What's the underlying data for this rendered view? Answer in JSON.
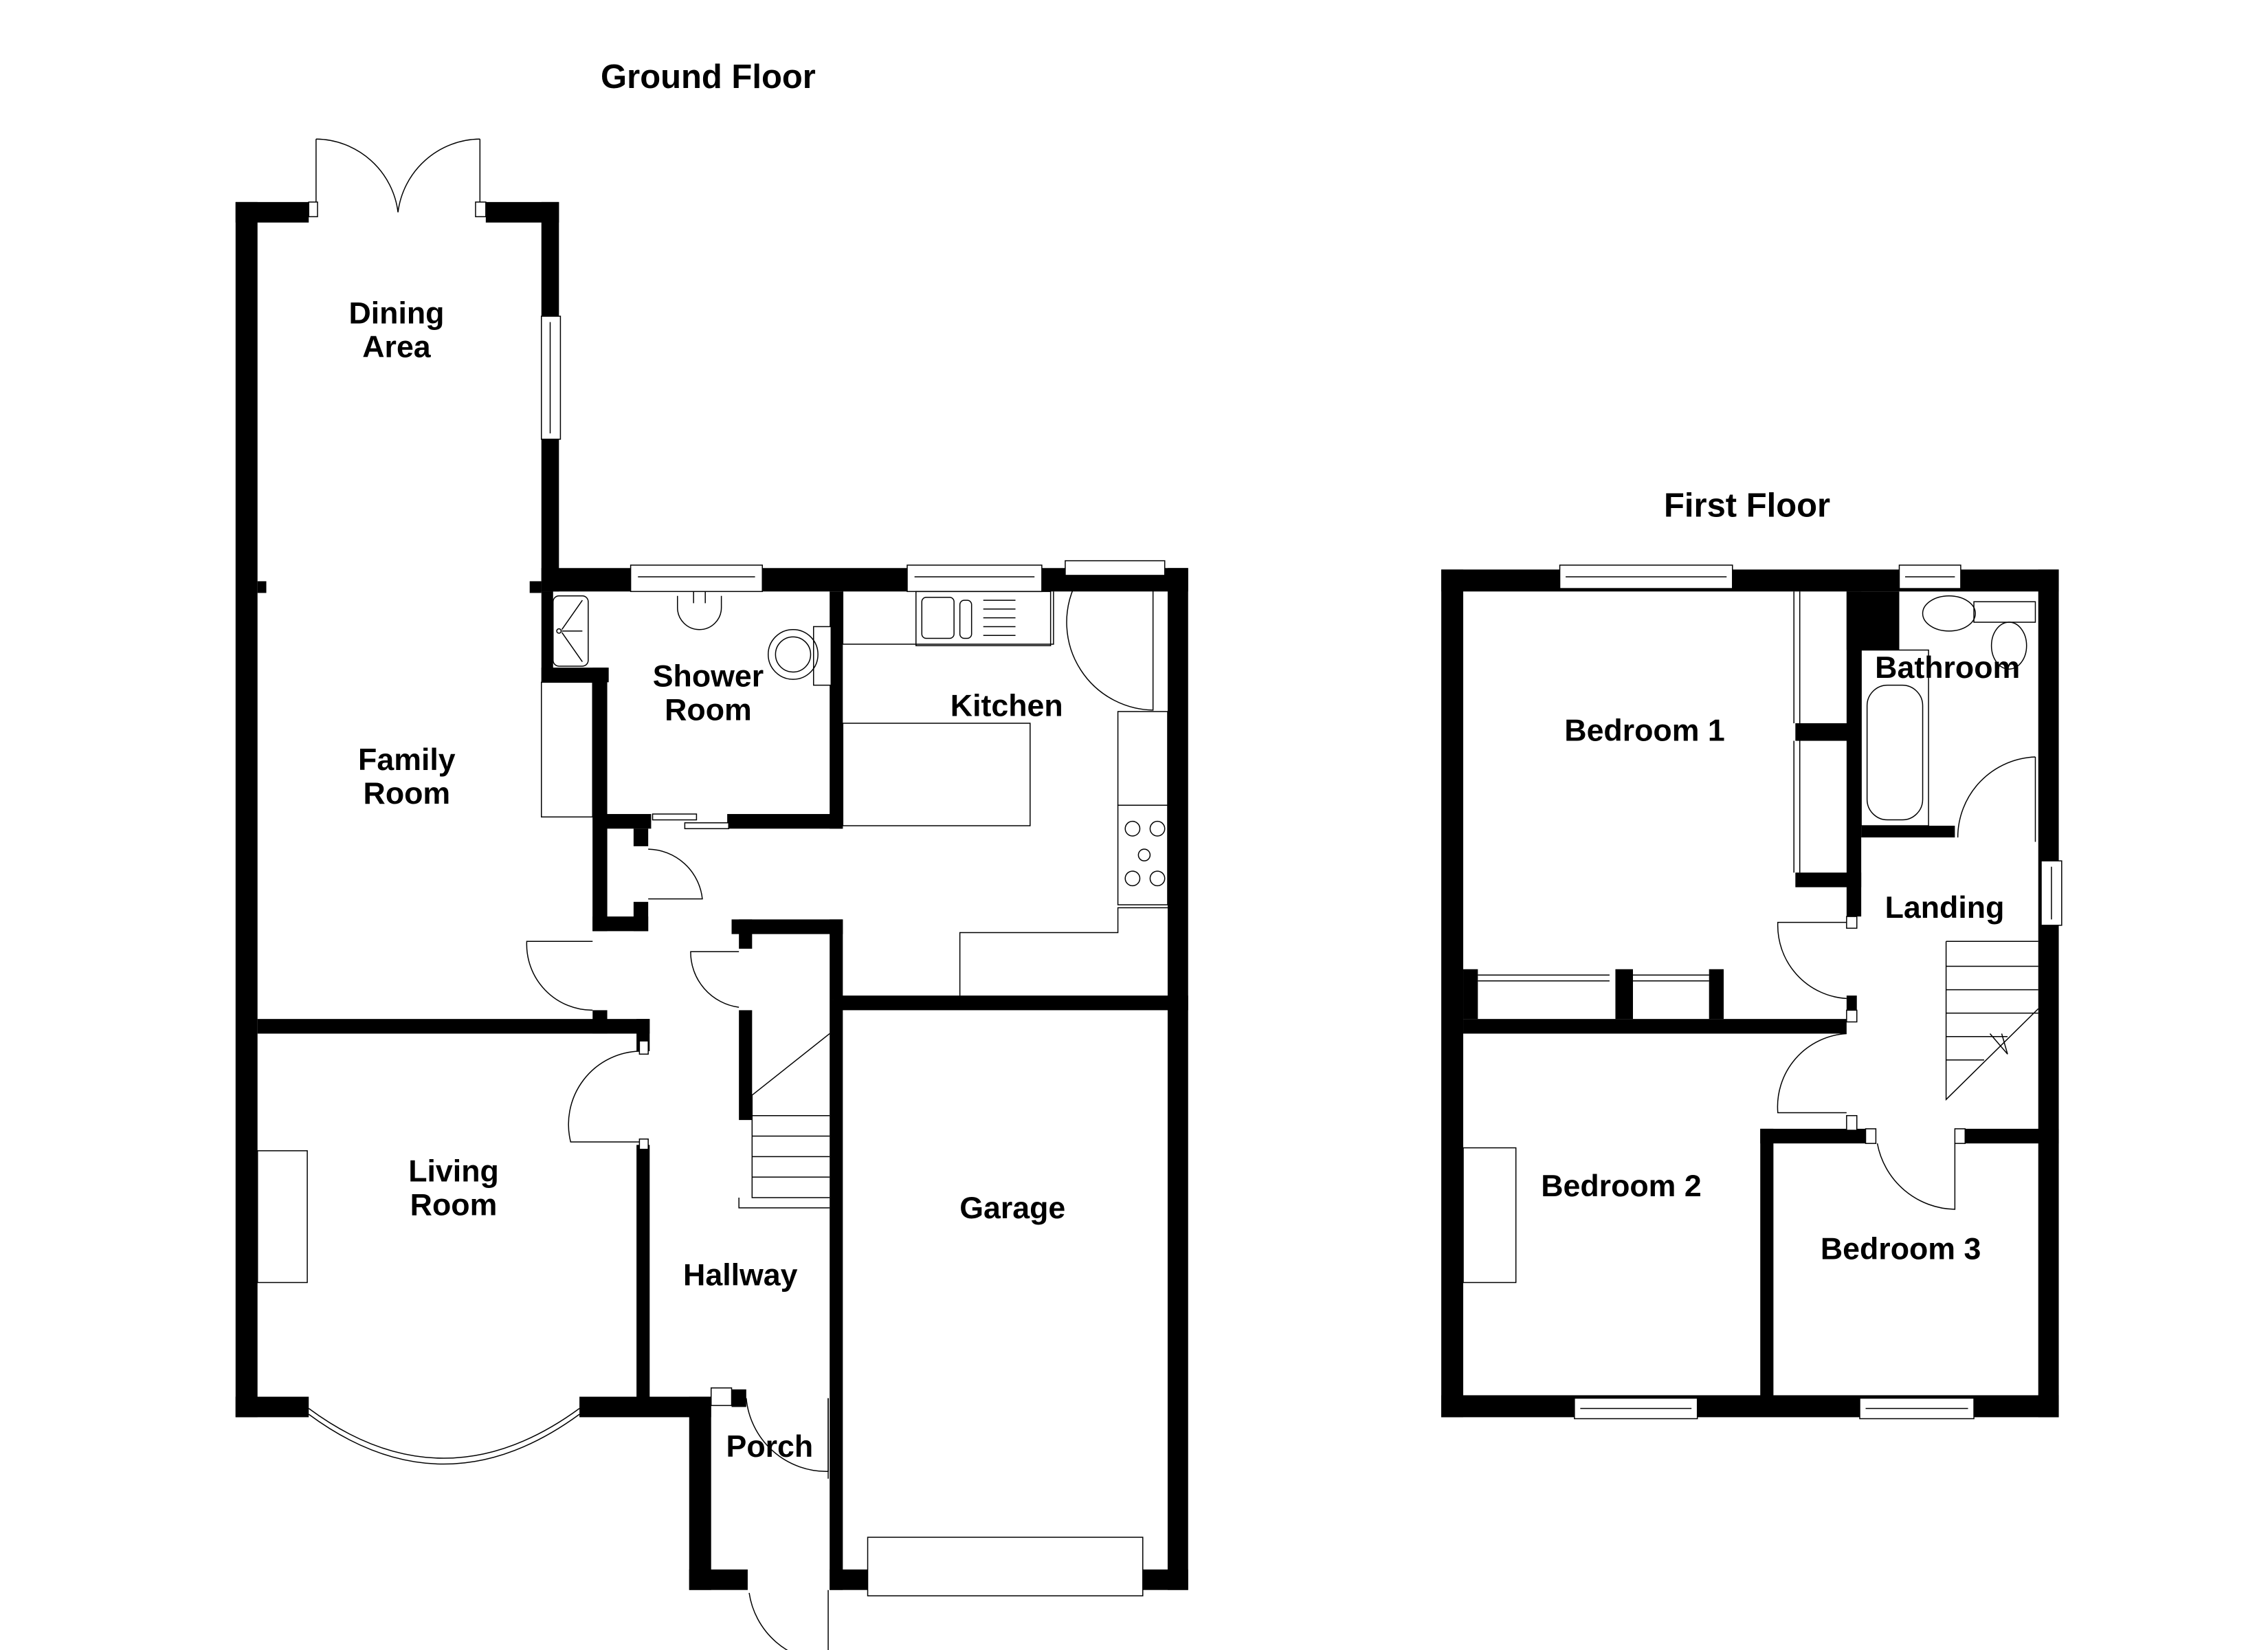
{
  "floors": [
    {
      "title": "Ground Floor",
      "rooms": [
        {
          "id": "dining",
          "lines": [
            "Dining",
            "Area"
          ]
        },
        {
          "id": "family",
          "lines": [
            "Family",
            "Room"
          ]
        },
        {
          "id": "shower",
          "lines": [
            "Shower",
            "Room"
          ]
        },
        {
          "id": "kitchen",
          "lines": [
            "Kitchen"
          ]
        },
        {
          "id": "living",
          "lines": [
            "Living",
            "Room"
          ]
        },
        {
          "id": "hallway",
          "lines": [
            "Hallway"
          ]
        },
        {
          "id": "garage",
          "lines": [
            "Garage"
          ]
        },
        {
          "id": "porch",
          "lines": [
            "Porch"
          ]
        }
      ]
    },
    {
      "title": "First Floor",
      "rooms": [
        {
          "id": "bedroom1",
          "lines": [
            "Bedroom 1"
          ]
        },
        {
          "id": "bathroom",
          "lines": [
            "Bathroom"
          ]
        },
        {
          "id": "landing",
          "lines": [
            "Landing"
          ]
        },
        {
          "id": "bedroom2",
          "lines": [
            "Bedroom 2"
          ]
        },
        {
          "id": "bedroom3",
          "lines": [
            "Bedroom 3"
          ]
        }
      ]
    }
  ],
  "colors": {
    "wall": "#000000",
    "background": "#ffffff"
  }
}
